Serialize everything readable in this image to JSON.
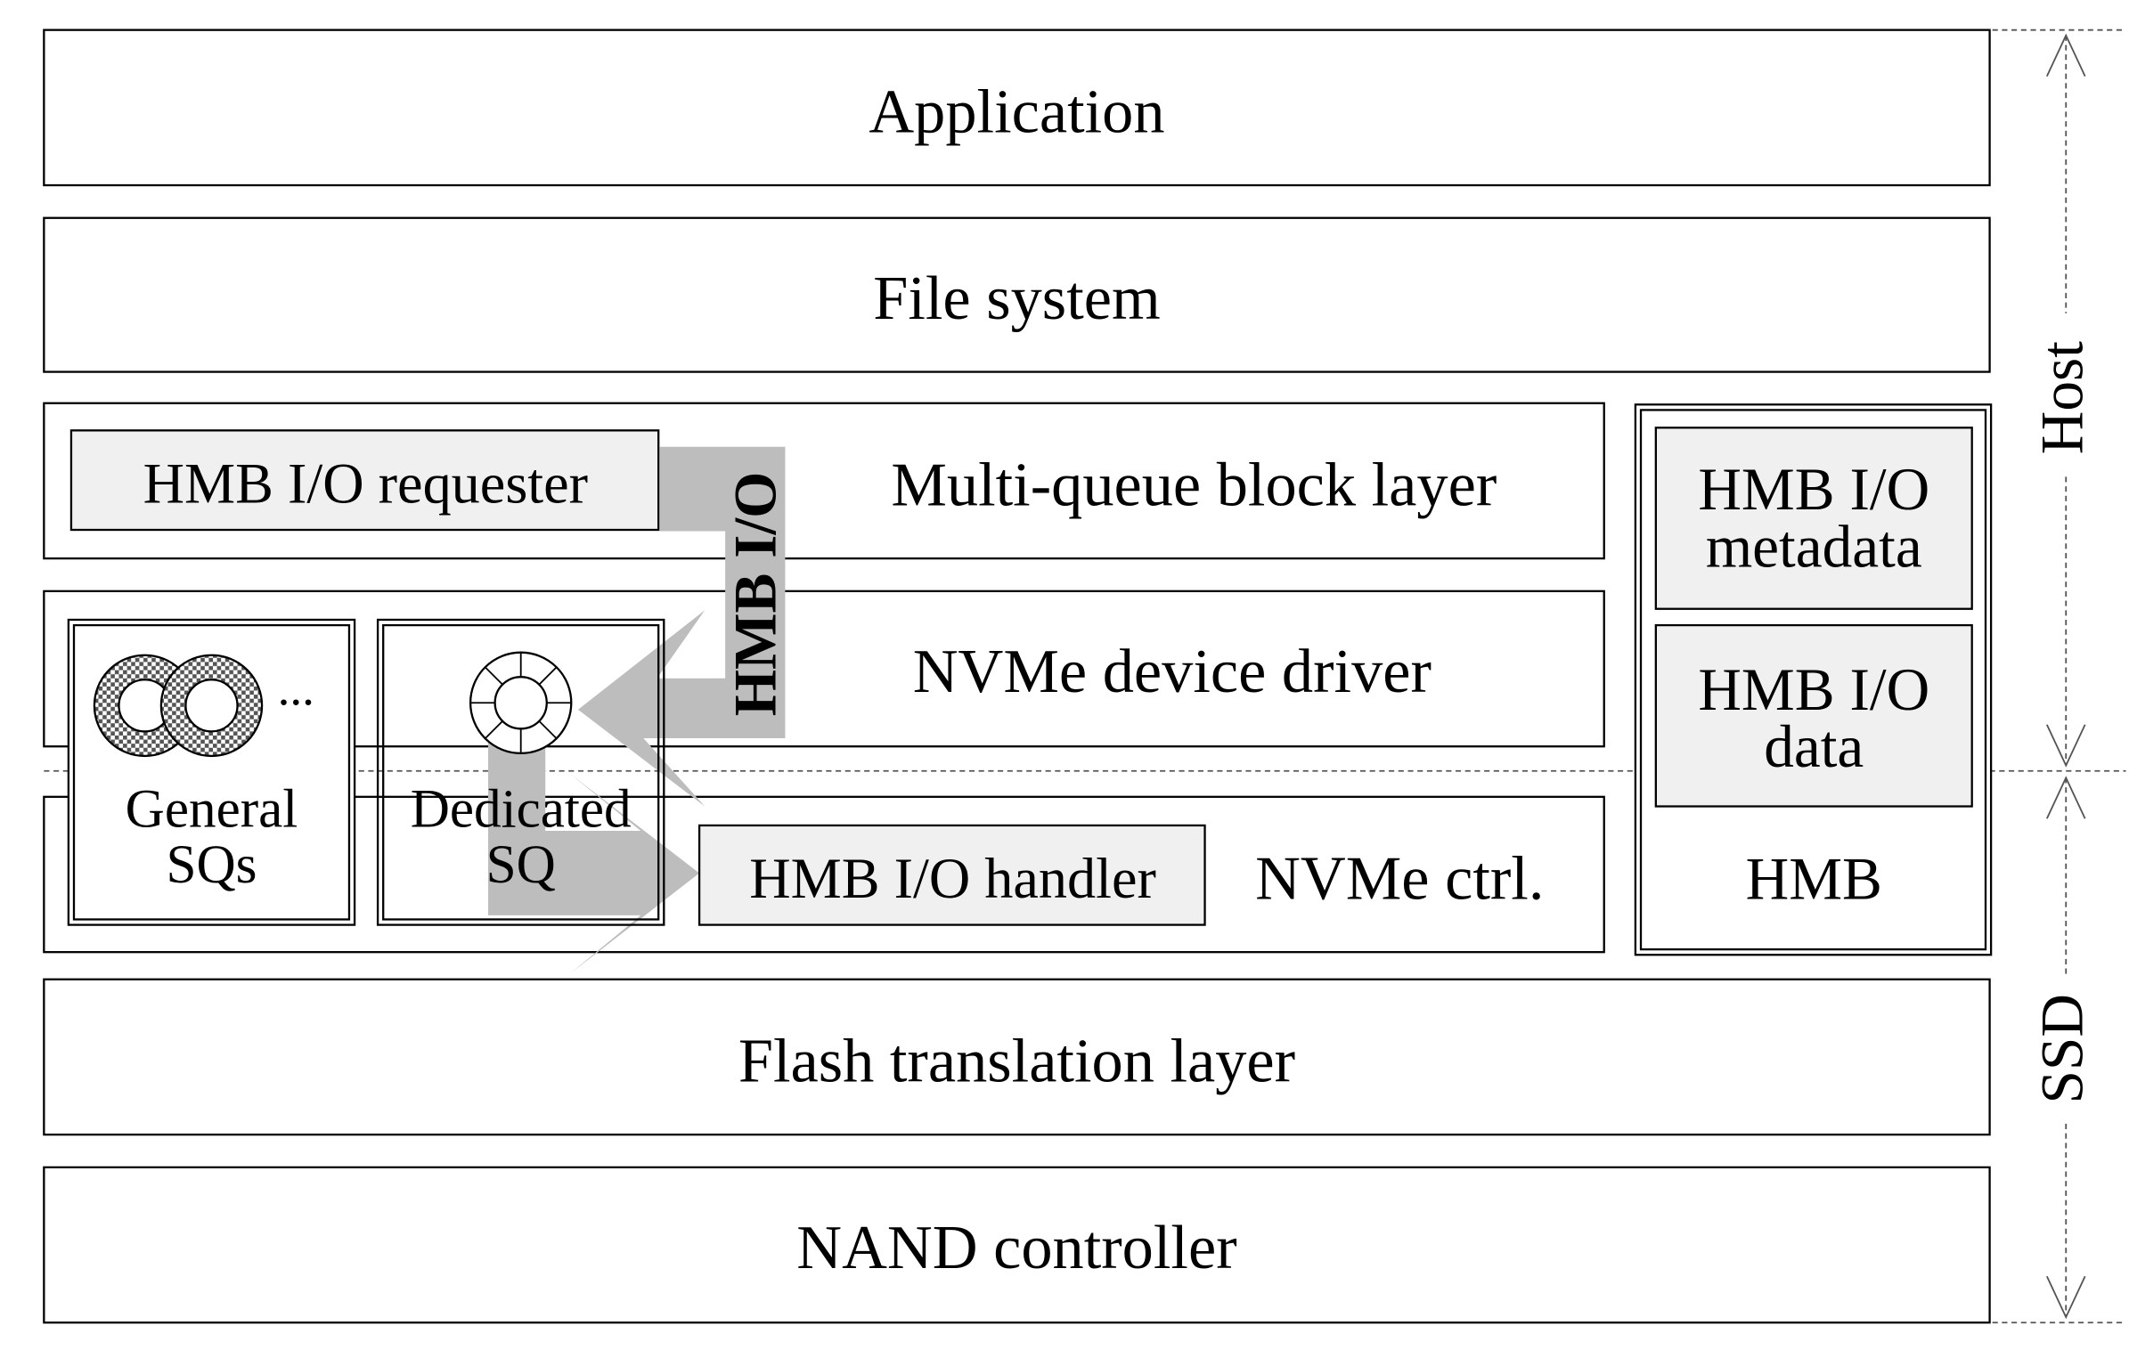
{
  "layers": {
    "application": "Application",
    "file_system": "File system",
    "block_layer": "Multi-queue block layer",
    "device_driver": "NVMe device driver",
    "nvme_ctrl": "NVMe ctrl.",
    "ftl": "Flash translation layer",
    "nand": "NAND controller"
  },
  "components": {
    "requester": "HMB I/O requester",
    "handler": "HMB I/O handler",
    "general_sqs": [
      "General",
      "SQs"
    ],
    "dedicated_sq": [
      "Dedicated",
      "SQ"
    ],
    "ellipsis": "..."
  },
  "flow": {
    "label": "HMB I/O"
  },
  "hmb": {
    "title": "HMB",
    "metadata": [
      "HMB I/O",
      "metadata"
    ],
    "data": [
      "HMB I/O",
      "data"
    ]
  },
  "sides": {
    "host": "Host",
    "ssd": "SSD"
  },
  "colors": {
    "flow_arrow": "#bdbdbd",
    "component_fill": "#f0f0f0",
    "stroke": "#000000"
  }
}
